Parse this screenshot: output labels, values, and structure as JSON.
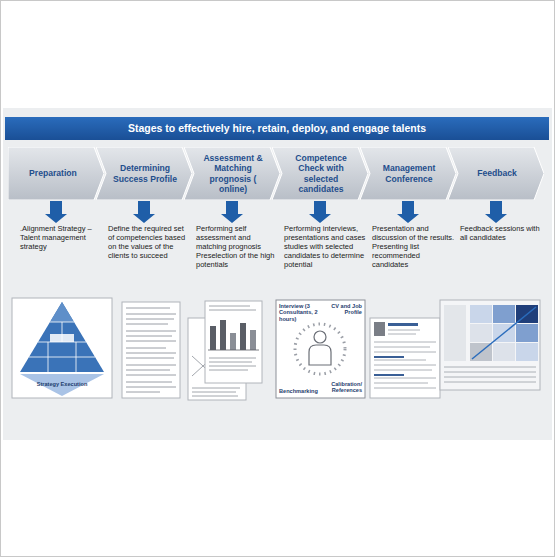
{
  "diagram": {
    "title": "Stages to effectively hire, retain, deploy, and engage talents",
    "nodes": [
      {
        "text": [
          "Preparation"
        ]
      },
      {
        "text": [
          "Determining Success Profile"
        ]
      },
      {
        "text": [
          "Assessment & Matching prognosis ( online)"
        ]
      },
      {
        "text": [
          "Competence Check with selected candidates"
        ]
      },
      {
        "text": [
          "Management Conference"
        ]
      },
      {
        "text": [
          "Feedback"
        ]
      },
      {
        "text": [
          ".Alignment Strategy – Talent management strategy"
        ]
      },
      {
        "text": [
          "Define the required set of competencies based on the values of the clients to succeed"
        ]
      },
      {
        "text": [
          "Performing self assessment and matching prognosis Preselection of the high potentials"
        ]
      },
      {
        "text": [
          "Performing interviews, presentations and cases studies with selected candidates to determine potential"
        ]
      },
      {
        "text": [
          "Presentation and discussion of the results. Presenting list recommended candidates"
        ]
      },
      {
        "text": [
          "Feedback sessions with all candidates"
        ]
      }
    ],
    "edges": [
      {
        "from": 0,
        "to": 6,
        "arrow": "to"
      },
      {
        "from": 1,
        "to": 7,
        "arrow": "to"
      },
      {
        "from": 2,
        "to": 8,
        "arrow": "to"
      },
      {
        "from": 3,
        "to": 9,
        "arrow": "to"
      },
      {
        "from": 4,
        "to": 10,
        "arrow": "to"
      },
      {
        "from": 5,
        "to": 11,
        "arrow": "to"
      }
    ],
    "labels": [
      "Strategy Execution",
      "Interview (3 Consultants, 2 hours)",
      "CV and Job Profile",
      "Benchmarking",
      "Calibration/ References"
    ]
  }
}
